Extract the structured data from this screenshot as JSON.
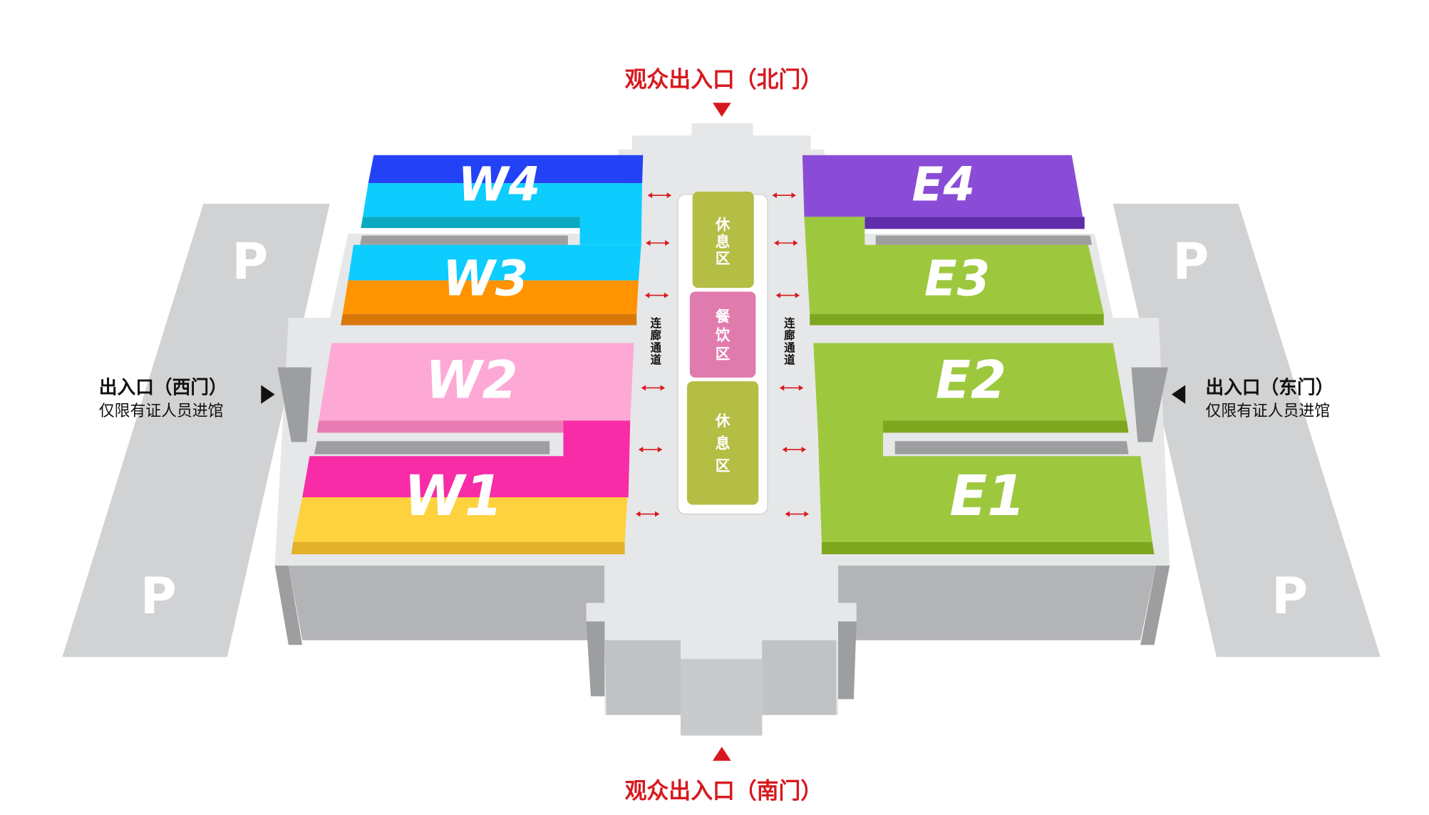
{
  "gates": {
    "north": "观众出入口（北门）",
    "south": "观众出入口（南门）",
    "west": {
      "title": "出入口（西门）",
      "note": "仅限有证人员进馆"
    },
    "east": {
      "title": "出入口（东门）",
      "note": "仅限有证人员进馆"
    }
  },
  "parking_label": "P",
  "halls": {
    "W4": "W4",
    "W3": "W3",
    "W2": "W2",
    "W1": "W1",
    "E4": "E4",
    "E3": "E3",
    "E2": "E2",
    "E1": "E1"
  },
  "center": {
    "rest_area": [
      "休",
      "息",
      "区"
    ],
    "dining_area": [
      "餐",
      "饮",
      "区"
    ]
  },
  "corridor": [
    "连",
    "廊",
    "通",
    "道"
  ],
  "colors": {
    "accent_red": "#d7191f",
    "w4": "#2341f5",
    "w3_w4": "#0ccdfd",
    "w3": "#ff9300",
    "w2": "#fda8d5",
    "w1_top": "#f72ca6",
    "w1": "#fed23e",
    "e4": "#8a4cd6",
    "e_green": "#9dc83e",
    "rest": "#b4bd44",
    "dining": "#e07bae"
  }
}
